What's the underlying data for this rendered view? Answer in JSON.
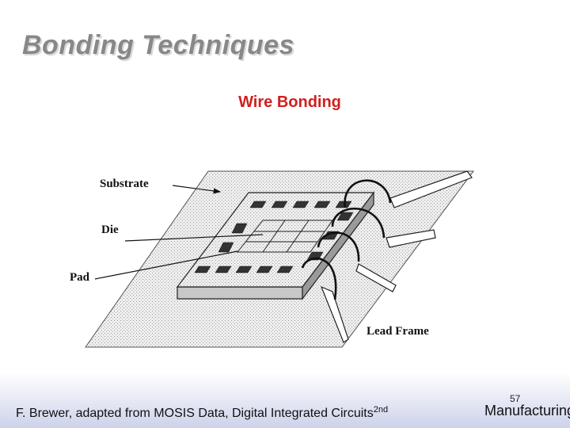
{
  "slide": {
    "title": "Bonding Techniques",
    "subtitle": "Wire Bonding"
  },
  "figure": {
    "labels": {
      "substrate": "Substrate",
      "die": "Die",
      "pad": "Pad",
      "lead_frame": "Lead Frame"
    }
  },
  "footer": {
    "credit": "F. Brewer, adapted from MOSIS Data, Digital Integrated Circuits",
    "credit_superscript": "2nd",
    "page_number": "57",
    "right_text": "Manufacturing"
  }
}
